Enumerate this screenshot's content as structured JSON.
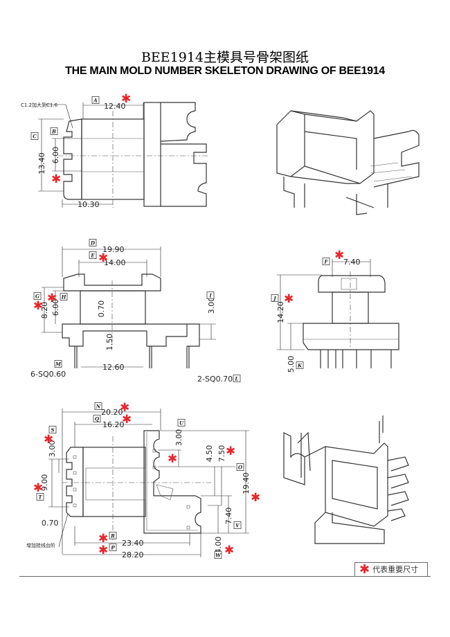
{
  "title_cn": "BEE1914主模具号骨架图纸",
  "title_en": "THE MAIN MOLD NUMBER SKELETON DRAWING OF BEE1914",
  "view_top": {
    "note": "C1.2加大到C1.6",
    "dims": {
      "A": "12.40",
      "B": "6.00",
      "C": "13.40",
      "width": "10.30"
    }
  },
  "view_front": {
    "dims": {
      "D": "19.90",
      "E": "14.00",
      "G": "8.20",
      "H": "6.00",
      "I": "3.00",
      "core_wall": "0.70",
      "base": "1.50",
      "pin_span": "12.60",
      "M": "6-SQ0.60",
      "L": "2-SQ0.70"
    }
  },
  "view_side": {
    "dims": {
      "F": "7.40",
      "J": "14.20",
      "K": "5.00"
    }
  },
  "view_bottom": {
    "note": "增加挂线台阶",
    "dims": {
      "N": "20.20",
      "Q": "16.20",
      "S": "3.00",
      "T": "9.00",
      "wall": "0.70",
      "U": "3.00",
      "d450": "4.50",
      "d750": "7.50",
      "O": "19.40",
      "V": "7.40",
      "W": "4.00",
      "R": "23.40",
      "P": "28.20"
    }
  },
  "labels": [
    "A",
    "B",
    "C",
    "D",
    "E",
    "F",
    "G",
    "H",
    "I",
    "J",
    "K",
    "L",
    "M",
    "N",
    "O",
    "P",
    "Q",
    "R",
    "S",
    "T",
    "U",
    "V",
    "W"
  ],
  "legend": {
    "symbol": "✱",
    "text": "代表重要尺寸"
  },
  "colors": {
    "important": "#e8252a",
    "line": "#333333"
  }
}
